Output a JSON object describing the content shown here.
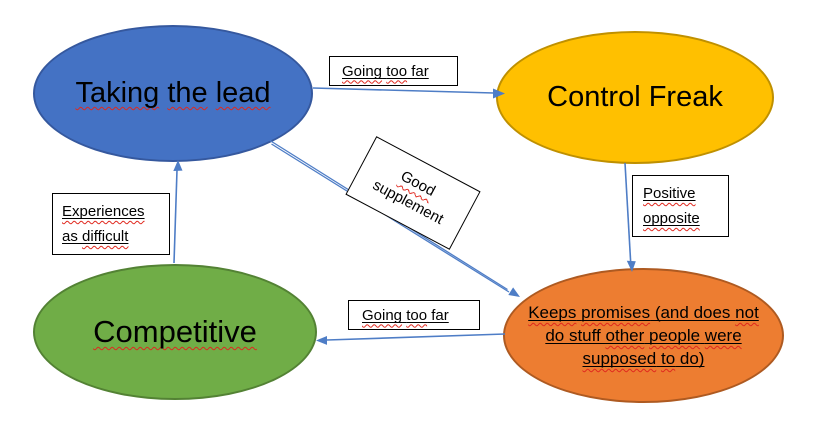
{
  "diagram": {
    "arrow_color": "#4E7DC6",
    "squiggle_color": "#E0281E",
    "nodes": {
      "taking_the_lead": {
        "fill": "#4472C4",
        "border": "#35589E",
        "underline": false,
        "lines": [
          [
            {
              "t": "Taking",
              "sq": true
            },
            {
              "t": " "
            },
            {
              "t": "the",
              "sq": true
            },
            {
              "t": " "
            },
            {
              "t": "lead",
              "sq": true
            }
          ]
        ]
      },
      "control_freak": {
        "fill": "#FFC000",
        "border": "#BF9000",
        "underline": false,
        "lines": [
          [
            {
              "t": "Control Freak"
            }
          ]
        ]
      },
      "competitive": {
        "fill": "#70AD47",
        "border": "#538234",
        "underline": false,
        "lines": [
          [
            {
              "t": "Competitive",
              "sq": true
            }
          ]
        ]
      },
      "keeps_promises": {
        "fill": "#ED7D31",
        "border": "#AE5A21",
        "underline": true,
        "lines": [
          [
            {
              "t": "Keeps",
              "sq": true
            },
            {
              "t": " "
            },
            {
              "t": "promises",
              "sq": true
            },
            {
              "t": " (and does "
            },
            {
              "t": "not",
              "sq": true
            }
          ],
          [
            {
              "t": "do stuff "
            },
            {
              "t": "other",
              "sq": true
            },
            {
              "t": " "
            },
            {
              "t": "people",
              "sq": true
            },
            {
              "t": " "
            },
            {
              "t": "were",
              "sq": true
            }
          ],
          [
            {
              "t": "supposed",
              "sq": true
            },
            {
              "t": " "
            },
            {
              "t": "to",
              "sq": true
            },
            {
              "t": " do)"
            }
          ]
        ]
      }
    },
    "labels": {
      "going_too_far_top": {
        "underline": true,
        "lines": [
          [
            {
              "t": "Going",
              "sq": true
            },
            {
              "t": " "
            },
            {
              "t": "too",
              "sq": true
            },
            {
              "t": " far"
            }
          ]
        ]
      },
      "good_supplement": {
        "underline": false,
        "lines": [
          [
            {
              "t": "Good",
              "sq": true
            }
          ],
          [
            {
              "t": "supplement"
            }
          ]
        ]
      },
      "positive_opposite": {
        "underline": true,
        "lines": [
          [
            {
              "t": "Positive",
              "sq": true
            }
          ],
          [
            {
              "t": "opposite",
              "sq": true
            }
          ]
        ]
      },
      "experiences_as_difficult": {
        "underline": true,
        "lines": [
          [
            {
              "t": "Experiences",
              "sq": true
            }
          ],
          [
            {
              "t": "as "
            },
            {
              "t": "difficult",
              "sq": true
            }
          ]
        ]
      },
      "going_too_far_bottom": {
        "underline": true,
        "lines": [
          [
            {
              "t": "Going",
              "sq": true
            },
            {
              "t": " "
            },
            {
              "t": "too",
              "sq": true
            },
            {
              "t": " far"
            }
          ]
        ]
      }
    }
  }
}
